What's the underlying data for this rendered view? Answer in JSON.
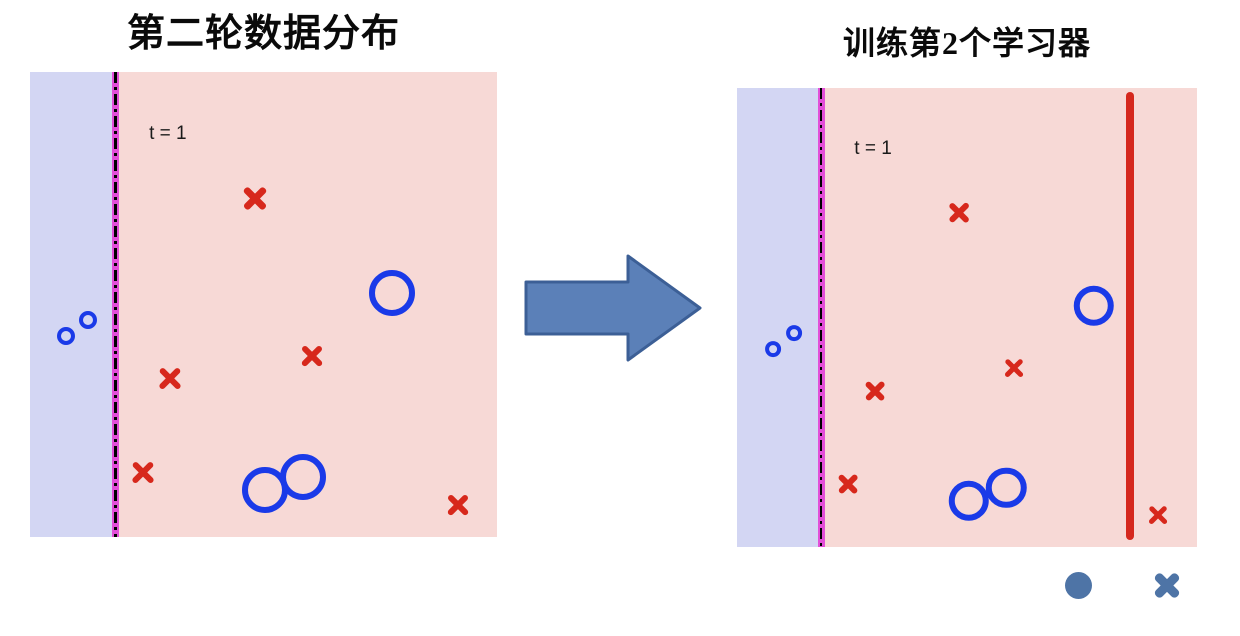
{
  "titles": {
    "left": "第二轮数据分布",
    "right": "训练第2个学习器"
  },
  "panels": {
    "left": {
      "time_label": "t = 1"
    },
    "right": {
      "time_label": "t = 1",
      "has_learner_2_boundary": true
    }
  },
  "plot": {
    "description_icons": [
      "cross-marker",
      "circle-marker"
    ],
    "points": [
      {
        "type": "cross",
        "x": 48.2,
        "y": 27.1,
        "size": 28
      },
      {
        "type": "ring",
        "x": 77.5,
        "y": 47.5,
        "size": 46
      },
      {
        "type": "ring-small",
        "x": 7.8,
        "y": 56.8,
        "size": 18
      },
      {
        "type": "ring-small",
        "x": 12.4,
        "y": 53.4,
        "size": 18
      },
      {
        "type": "cross",
        "x": 60.3,
        "y": 61.1,
        "size": 26
      },
      {
        "type": "cross",
        "x": 30.0,
        "y": 66.0,
        "size": 27
      },
      {
        "type": "cross",
        "x": 24.2,
        "y": 86.2,
        "size": 27
      },
      {
        "type": "ring",
        "x": 50.4,
        "y": 89.9,
        "size": 46
      },
      {
        "type": "ring",
        "x": 58.5,
        "y": 87.1,
        "size": 46
      },
      {
        "type": "cross",
        "x": 91.6,
        "y": 93.1,
        "size": 26
      }
    ]
  },
  "legend": {
    "items": [
      {
        "icon": "circle-marker"
      },
      {
        "icon": "cross-marker"
      }
    ]
  },
  "colors": {
    "cross_red": "#d7281c",
    "ring_blue": "#1a3ae8",
    "region_pink": "#f7d9d6",
    "region_blue": "#d3d6f3",
    "boundary_magenta": "#e24fd8",
    "learner_red": "#d5281e",
    "arrow_fill": "#5b80b8",
    "arrow_stroke": "#3c5f96",
    "legend_blue": "#4e74a6"
  }
}
